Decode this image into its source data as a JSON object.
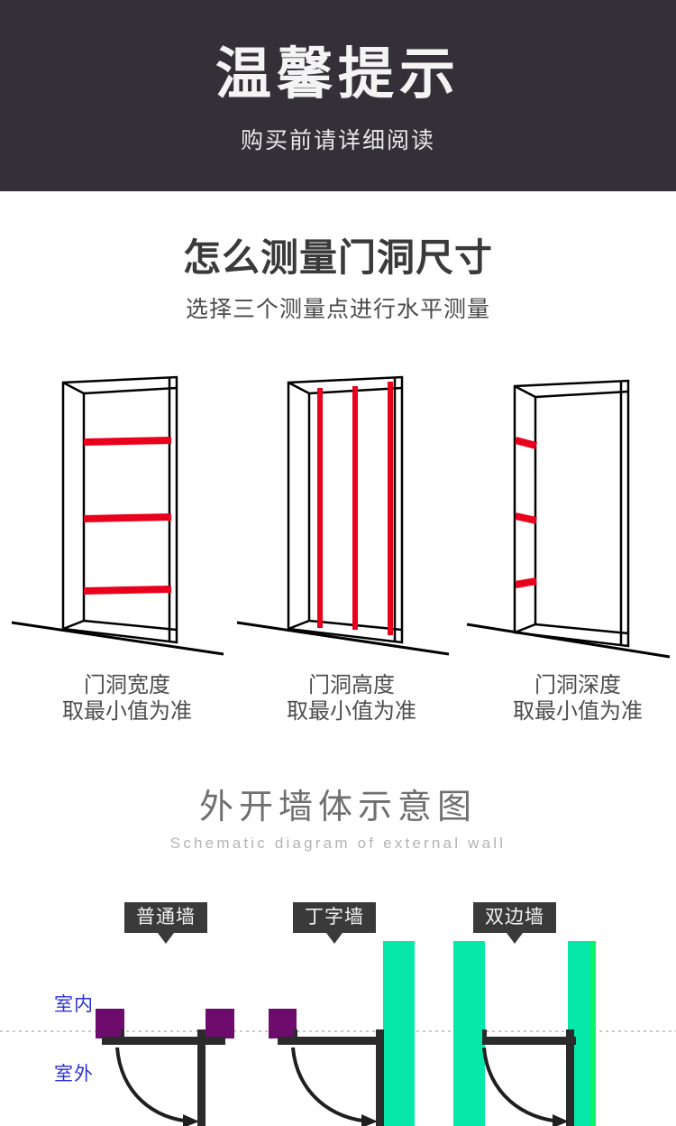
{
  "header": {
    "title": "温馨提示",
    "subtitle": "购买前请详细阅读",
    "bg_color": "#353038"
  },
  "section_measure": {
    "title": "怎么测量门洞尺寸",
    "subtitle": "选择三个测量点进行水平测量",
    "accent_color": "#e8001c",
    "diagrams": [
      {
        "id": "door-width",
        "measure_orientation": "horizontal",
        "marker_count": 3,
        "caption_line1": "门洞宽度",
        "caption_line2": "取最小值为准"
      },
      {
        "id": "door-height",
        "measure_orientation": "vertical",
        "marker_count": 3,
        "caption_line1": "门洞高度",
        "caption_line2": "取最小值为准"
      },
      {
        "id": "door-depth",
        "measure_orientation": "depth",
        "marker_count": 3,
        "caption_line1": "门洞深度",
        "caption_line2": "取最小值为准"
      }
    ]
  },
  "section_wall": {
    "title": "外开墙体示意图",
    "subtitle": "Schematic diagram of external wall",
    "indoor_label": "室内",
    "outdoor_label": "室外",
    "label_color": "#2b31d8",
    "wall_color": "#05e8a9",
    "block_color": "#6d0c6d",
    "types": [
      {
        "id": "normal-wall",
        "label": "普通墙"
      },
      {
        "id": "t-wall",
        "label": "丁字墙"
      },
      {
        "id": "double-wall",
        "label": "双边墙"
      }
    ]
  }
}
